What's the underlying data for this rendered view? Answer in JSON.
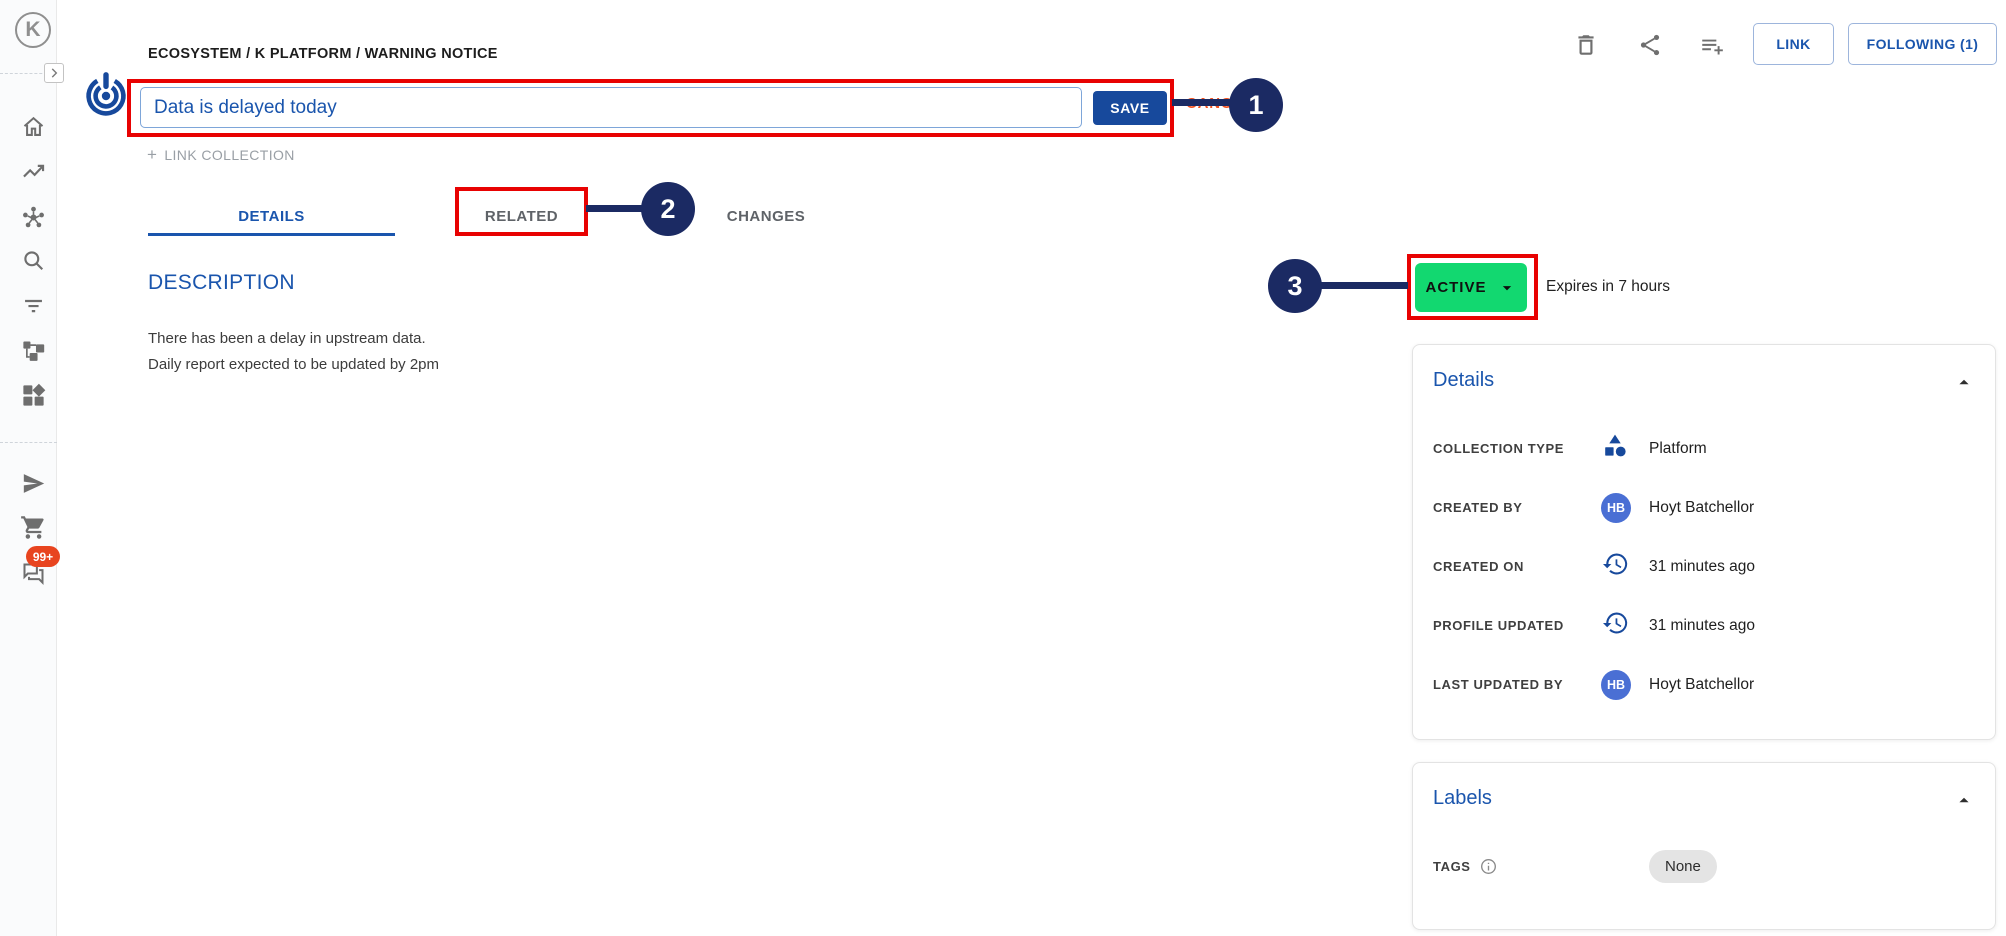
{
  "sidebar": {
    "logo_letter": "K",
    "chat_badge": "99+",
    "icons": [
      "home-icon",
      "trending-icon",
      "hub-icon",
      "search-icon",
      "filter-icon",
      "hierarchy-icon",
      "widgets-icon",
      "send-icon",
      "cart-icon",
      "chat-icon"
    ]
  },
  "header": {
    "breadcrumb": "ECOSYSTEM / K PLATFORM / WARNING NOTICE",
    "toolbar": {
      "icons": [
        "delete-icon",
        "share-icon",
        "playlist-add-icon"
      ],
      "link_label": "LINK",
      "following_label": "FOLLOWING (1)"
    }
  },
  "title_editor": {
    "value": "Data is delayed today",
    "save_label": "SAVE",
    "cancel_label": "CANCEL"
  },
  "link_collection": {
    "plus": "+",
    "label": "LINK COLLECTION"
  },
  "tabs": {
    "details": "DETAILS",
    "related": "RELATED",
    "changes": "CHANGES"
  },
  "description": {
    "heading": "DESCRIPTION",
    "line1": "There has been a delay in upstream data.",
    "line2": "Daily report expected to be updated by 2pm"
  },
  "status": {
    "label": "ACTIVE",
    "expires": "Expires in 7 hours",
    "color": "#12d870"
  },
  "details_card": {
    "title": "Details",
    "rows": [
      {
        "label": "COLLECTION TYPE",
        "icon": "category-icon",
        "value": "Platform"
      },
      {
        "label": "CREATED BY",
        "icon": "avatar",
        "initials": "HB",
        "value": "Hoyt Batchellor"
      },
      {
        "label": "CREATED ON",
        "icon": "history-icon",
        "value": "31 minutes ago"
      },
      {
        "label": "PROFILE UPDATED",
        "icon": "history-icon",
        "value": "31 minutes ago"
      },
      {
        "label": "LAST UPDATED BY",
        "icon": "avatar",
        "initials": "HB",
        "value": "Hoyt Batchellor"
      }
    ]
  },
  "labels_card": {
    "title": "Labels",
    "tags_label": "TAGS",
    "tags_value": "None"
  },
  "annotations": {
    "badges": [
      "1",
      "2",
      "3"
    ],
    "highlight_color": "#e80202",
    "badge_color": "#1b2a63"
  },
  "colors": {
    "primary_blue": "#1a55ad",
    "save_bg": "#17499c",
    "cancel_orange": "#f4511e",
    "active_green": "#12d870",
    "avatar_blue": "#4a6fd4",
    "chat_badge_red": "#e8441f"
  }
}
